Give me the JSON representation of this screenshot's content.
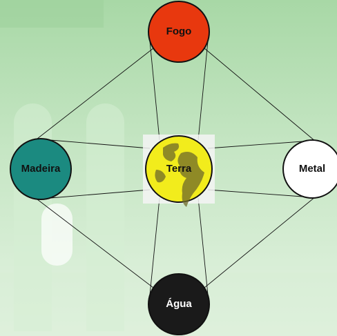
{
  "diagram": {
    "nodes": [
      {
        "id": "fogo",
        "label": "Fogo",
        "fill": "#e8380e",
        "text_color": "#111111"
      },
      {
        "id": "madeira",
        "label": "Madeira",
        "fill": "#1b8a80",
        "text_color": "#111111"
      },
      {
        "id": "terra",
        "label": "Terra",
        "fill": "#f2ec1c",
        "text_color": "#111111"
      },
      {
        "id": "metal",
        "label": "Metal",
        "fill": "#ffffff",
        "text_color": "#111111"
      },
      {
        "id": "agua",
        "label": "Água",
        "fill": "#1a1a1a",
        "text_color": "#ffffff"
      }
    ],
    "edge_color": "#111111"
  }
}
